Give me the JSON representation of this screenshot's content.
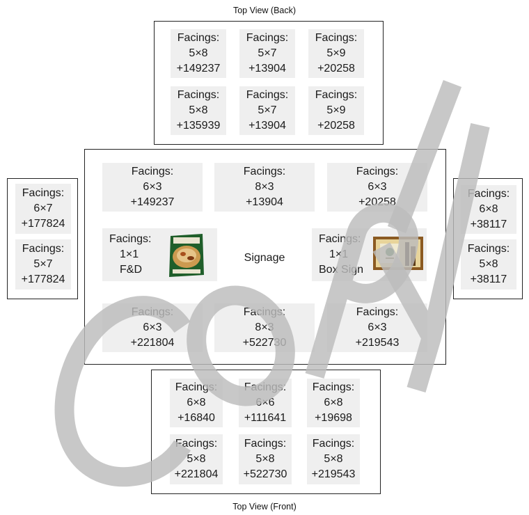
{
  "captions": {
    "back": "Top View (Back)",
    "front": "Top View (Front)"
  },
  "back": {
    "row1": [
      {
        "label": "Facings:",
        "dims": "5×8",
        "code": "+149237"
      },
      {
        "label": "Facings:",
        "dims": "5×7",
        "code": "+13904"
      },
      {
        "label": "Facings:",
        "dims": "5×9",
        "code": "+20258"
      }
    ],
    "row2": [
      {
        "label": "Facings:",
        "dims": "5×8",
        "code": "+135939"
      },
      {
        "label": "Facings:",
        "dims": "5×7",
        "code": "+13904"
      },
      {
        "label": "Facings:",
        "dims": "5×9",
        "code": "+20258"
      }
    ]
  },
  "center": {
    "top": [
      {
        "label": "Facings:",
        "dims": "6×3",
        "code": "+149237"
      },
      {
        "label": "Facings:",
        "dims": "8×3",
        "code": "+13904"
      },
      {
        "label": "Facings:",
        "dims": "6×3",
        "code": "+20258"
      }
    ],
    "left_sign": {
      "label": "Facings:",
      "dims": "1×1",
      "name": "F&D"
    },
    "signage": "Signage",
    "right_sign": {
      "label": "Facings:",
      "dims": "1×1",
      "name": "Box Sign"
    },
    "bottom": [
      {
        "label": "Facings:",
        "dims": "6×3",
        "code": "+221804"
      },
      {
        "label": "Facings:",
        "dims": "8×3",
        "code": "+522730"
      },
      {
        "label": "Facings:",
        "dims": "6×3",
        "code": "+219543"
      }
    ]
  },
  "left": [
    {
      "label": "Facings:",
      "dims": "6×7",
      "code": "+177824"
    },
    {
      "label": "Facings:",
      "dims": "5×7",
      "code": "+177824"
    }
  ],
  "right": [
    {
      "label": "Facings:",
      "dims": "6×8",
      "code": "+38117"
    },
    {
      "label": "Facings:",
      "dims": "5×8",
      "code": "+38117"
    }
  ],
  "front": {
    "row1": [
      {
        "label": "Facings:",
        "dims": "6×8",
        "code": "+16840"
      },
      {
        "label": "Facings:",
        "dims": "6×6",
        "code": "+111641"
      },
      {
        "label": "Facings:",
        "dims": "6×8",
        "code": "+19698"
      }
    ],
    "row2": [
      {
        "label": "Facings:",
        "dims": "5×8",
        "code": "+221804"
      },
      {
        "label": "Facings:",
        "dims": "5×8",
        "code": "+522730"
      },
      {
        "label": "Facings:",
        "dims": "5×8",
        "code": "+219543"
      }
    ]
  },
  "colors": {
    "cell_bg": "#efefef",
    "border": "#222222",
    "watermark": "#c8c8c8"
  }
}
